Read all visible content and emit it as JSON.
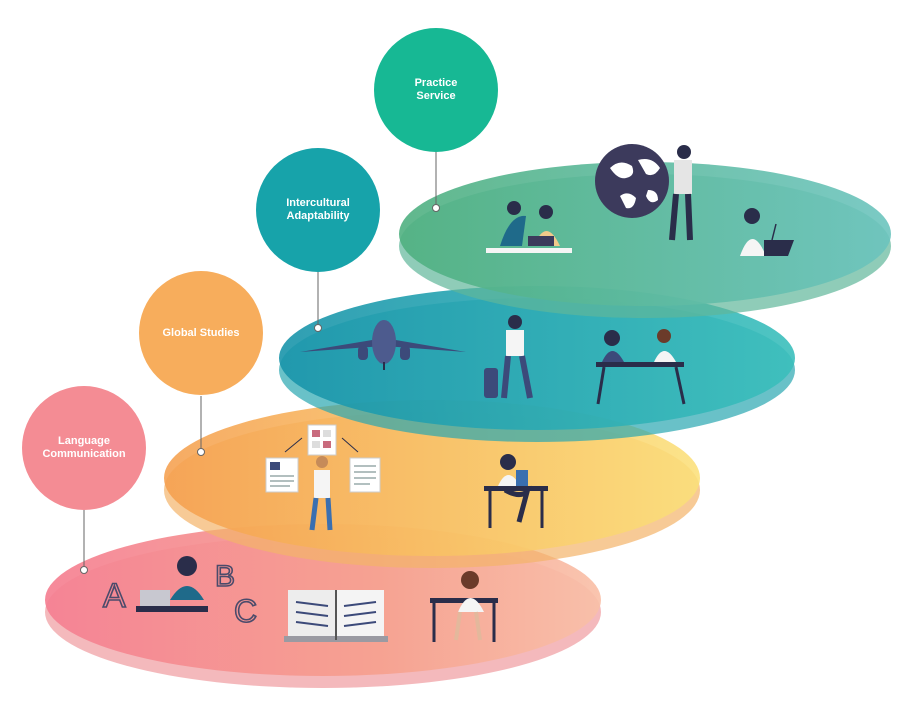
{
  "diagram": {
    "levels": [
      {
        "label": "Language\nCommunication",
        "color": "#f48c94"
      },
      {
        "label": "Global Studies",
        "color": "#f7ad5c"
      },
      {
        "label": "Intercultural\nAdaptability",
        "color": "#17a3aa"
      },
      {
        "label": "Practice\nService",
        "color": "#17b894"
      }
    ],
    "letters": [
      "A",
      "B",
      "C"
    ],
    "icons": [
      "globe-icon",
      "airplane-icon",
      "suitcase-icon",
      "book-icon",
      "document-icon",
      "desk-icon",
      "person-icon",
      "laptop-icon",
      "podium-icon"
    ]
  }
}
